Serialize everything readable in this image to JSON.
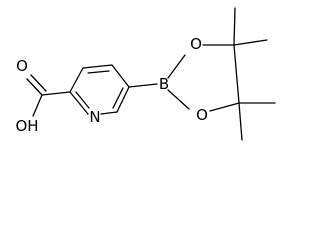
{
  "molecule": {
    "atoms": {
      "carboxyl_oxygen": "O",
      "hydroxyl": "OH",
      "ring_nitrogen": "N",
      "boron": "B",
      "dioxaborolane_oxygen_top": "O",
      "dioxaborolane_oxygen_bottom": "O"
    },
    "bond_color": "#000000",
    "label_color": "#000000"
  }
}
